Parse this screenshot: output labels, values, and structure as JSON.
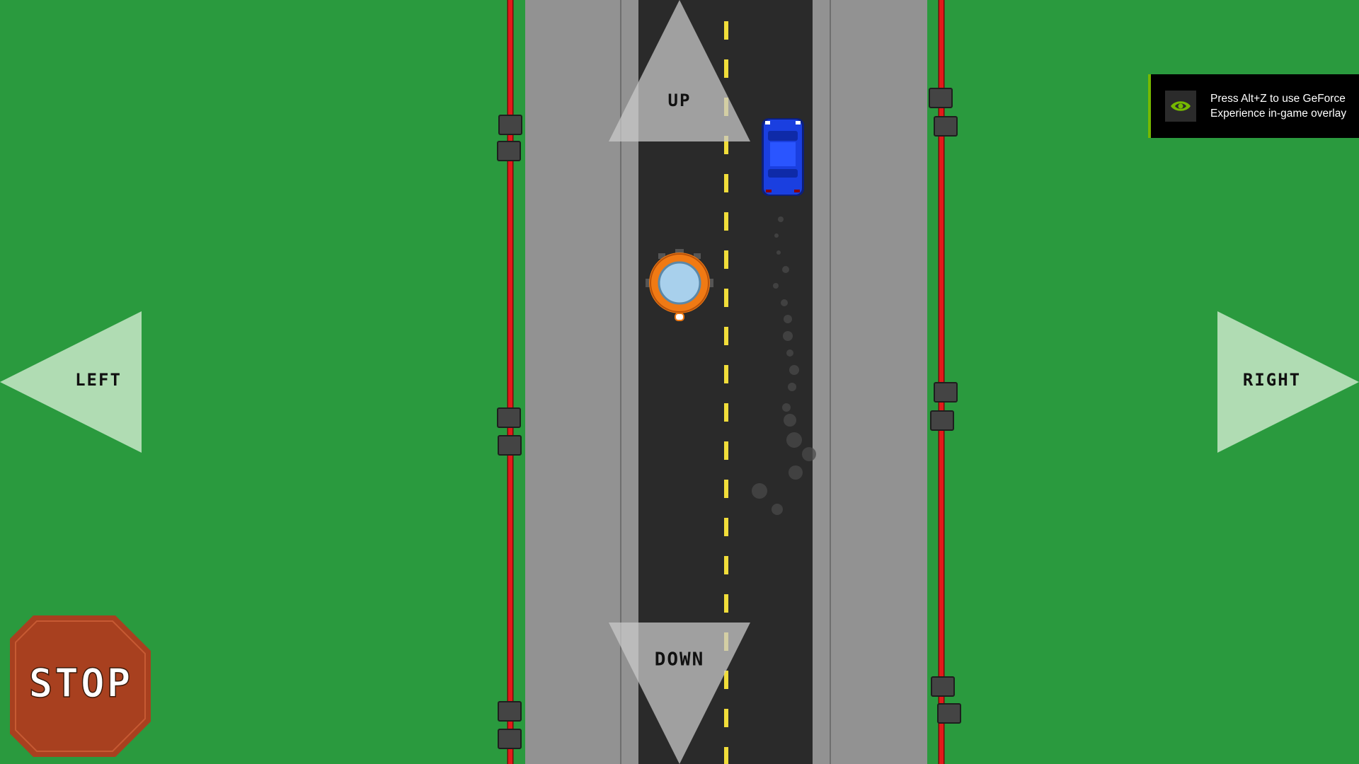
{
  "controls": {
    "up_label": "UP",
    "down_label": "DOWN",
    "left_label": "LEFT",
    "right_label": "RIGHT",
    "stop_label": "STOP"
  },
  "overlay": {
    "message": "Press Alt+Z to use GeForce Experience in-game overlay",
    "icon": "nvidia-eye-icon"
  },
  "colors": {
    "grass": "#2a9a3e",
    "sidewalk": "#929292",
    "asphalt": "#2a2a2a",
    "center_line": "#f1dd3a",
    "rail": "#e21a1a",
    "control_pad": "#c8c8c8",
    "stop_sign": "#a8401f",
    "player_ring": "#f07a14",
    "player_dome": "#a8d0ec",
    "car": "#1a3fe0",
    "overlay_accent": "#76b900"
  }
}
